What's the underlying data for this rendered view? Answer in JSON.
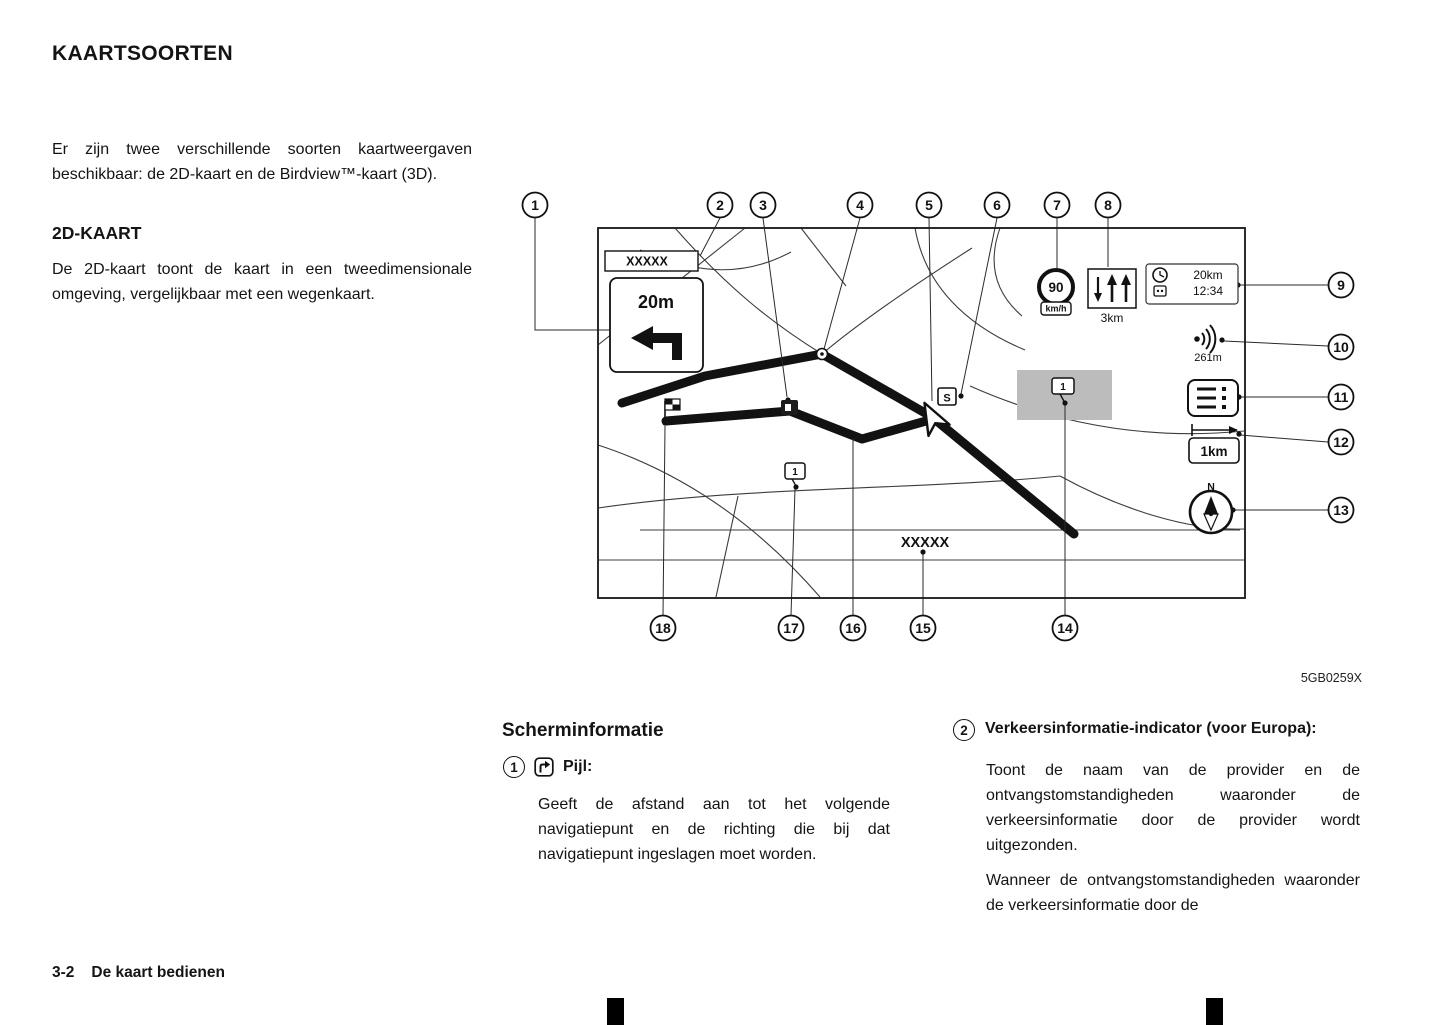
{
  "headings": {
    "map_types": "KAARTSOORTEN",
    "map_2d": "2D-KAART",
    "screen_info": "Scherminformatie"
  },
  "intro": "Er zijn twee verschillende soorten kaartweergaven beschikbaar: de 2D-kaart en de Birdview™-kaart (3D).",
  "section_2d_body": "De 2D-kaart toont de kaart in een tweedimensionale omgeving, vergelijkbaar met een wegenkaart.",
  "figure": {
    "code": "5GB0259X",
    "callouts": [
      "1",
      "2",
      "3",
      "4",
      "5",
      "6",
      "7",
      "8",
      "9",
      "10",
      "11",
      "12",
      "13",
      "14",
      "15",
      "16",
      "17",
      "18"
    ],
    "map": {
      "area_name": "XXXXX",
      "turn_distance": "20m",
      "speed_limit": "90",
      "speed_unit": "km/h",
      "lane_distance": "3km",
      "remaining_distance": "20km",
      "arrival_time": "12:34",
      "traffic_distance": "261m",
      "scale": "1km",
      "compass_north": "N",
      "destination_flag_number": "1",
      "start_marker": "S",
      "route_pin_number": "1",
      "street_name": "XXXXX"
    }
  },
  "screen_info": {
    "item1": {
      "number": "1",
      "label": "Pijl:",
      "body": "Geeft de afstand aan tot het volgende navigatiepunt en de richting die bij dat navigatiepunt ingeslagen moet worden."
    },
    "item2": {
      "number": "2",
      "label": "Verkeersinformatie-indicator (voor Europa):",
      "body1": "Toont de naam van de provider en de ontvangstomstandigheden waaronder de verkeersinformatie door de provider wordt uitgezonden.",
      "body2": "Wanneer de ontvangstomstandigheden waaronder de verkeersinformatie door de"
    }
  },
  "footer": {
    "page_number": "3-2",
    "section": "De kaart bedienen"
  }
}
